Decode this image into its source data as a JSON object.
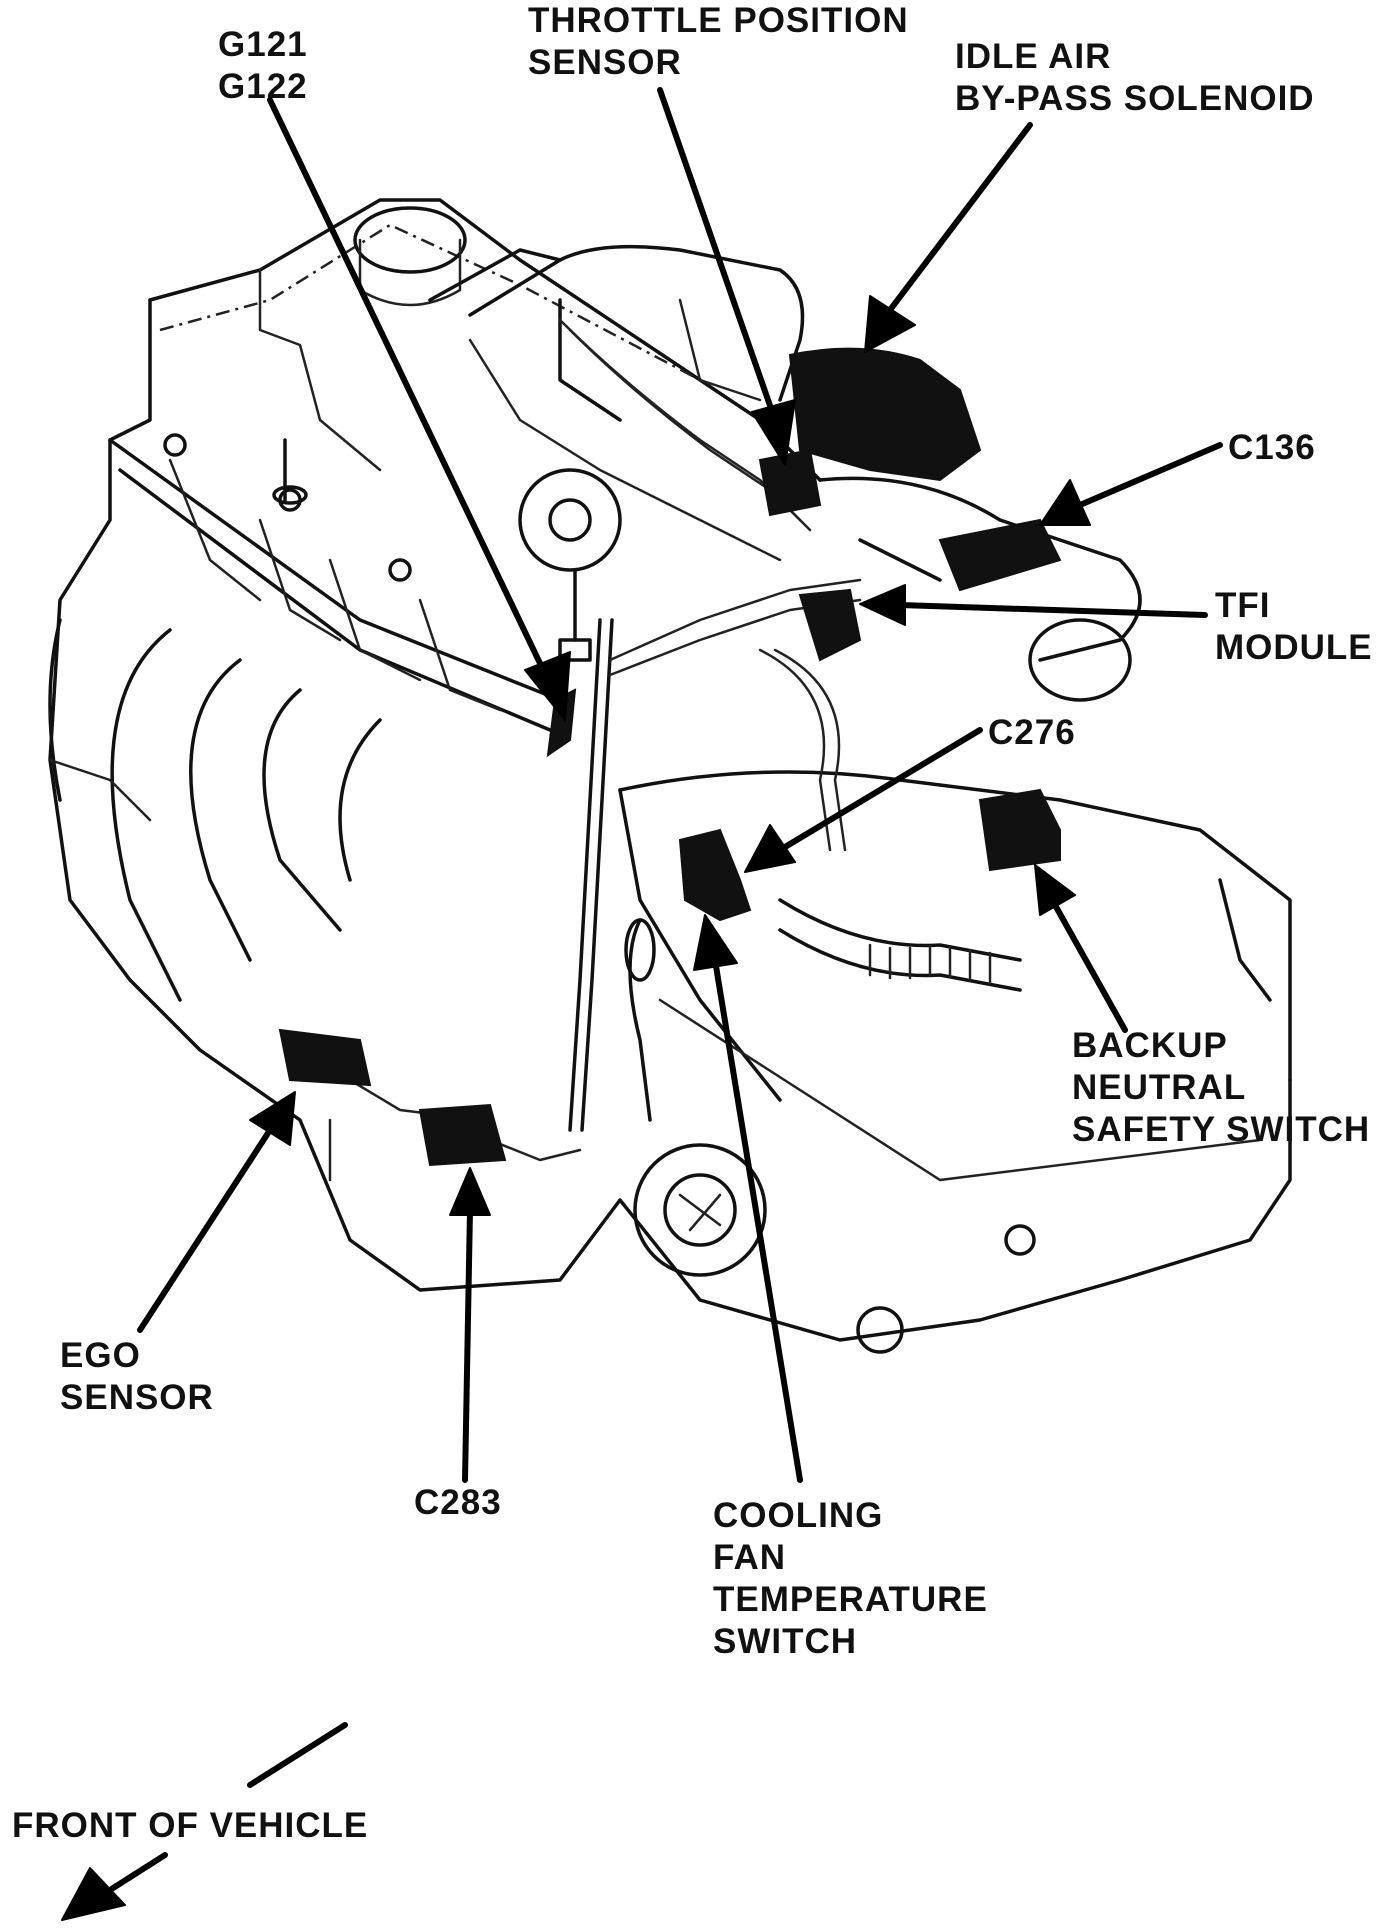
{
  "labels": {
    "g121": "G121",
    "g122": "G122",
    "tps_1": "THROTTLE POSITION",
    "tps_2": "SENSOR",
    "iac_1": "IDLE AIR",
    "iac_2": "BY-PASS SOLENOID",
    "c136": "C136",
    "tfi_1": "TFI",
    "tfi_2": "MODULE",
    "c276": "C276",
    "backup_1": "BACKUP",
    "backup_2": "NEUTRAL",
    "backup_3": "SAFETY SWITCH",
    "ego_1": "EGO",
    "ego_2": "SENSOR",
    "c283": "C283",
    "fan_1": "COOLING",
    "fan_2": "FAN",
    "fan_3": "TEMPERATURE",
    "fan_4": "SWITCH",
    "front": "FRONT OF VEHICLE"
  },
  "colors": {
    "ink": "#111111",
    "background": "#ffffff"
  },
  "icons": {
    "direction": "arrow-down-left-icon"
  }
}
